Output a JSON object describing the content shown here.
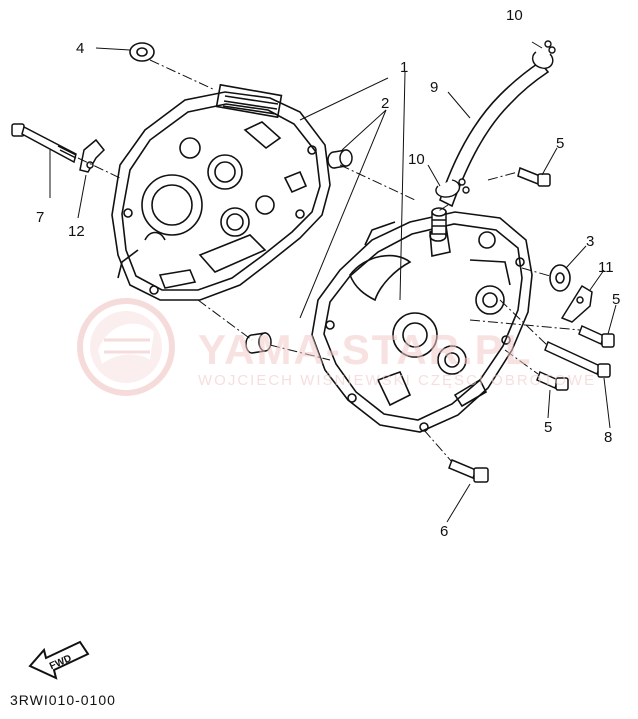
{
  "watermark": {
    "brand": "YAMA-STAR.PL",
    "subtitle": "WOJCIECH WIŚNIEWSKI CZĘŚCI OBROTOWE"
  },
  "fwd_arrow": {
    "label": "FWD"
  },
  "diagram_code": "3RWI010-0100",
  "callouts": {
    "c1": "1",
    "c2": "2",
    "c3": "3",
    "c4": "4",
    "c5a": "5",
    "c5b": "5",
    "c5c": "5",
    "c6": "6",
    "c7": "7",
    "c8": "8",
    "c9": "9",
    "c10a": "10",
    "c10b": "10",
    "c11": "11",
    "c12": "12"
  }
}
